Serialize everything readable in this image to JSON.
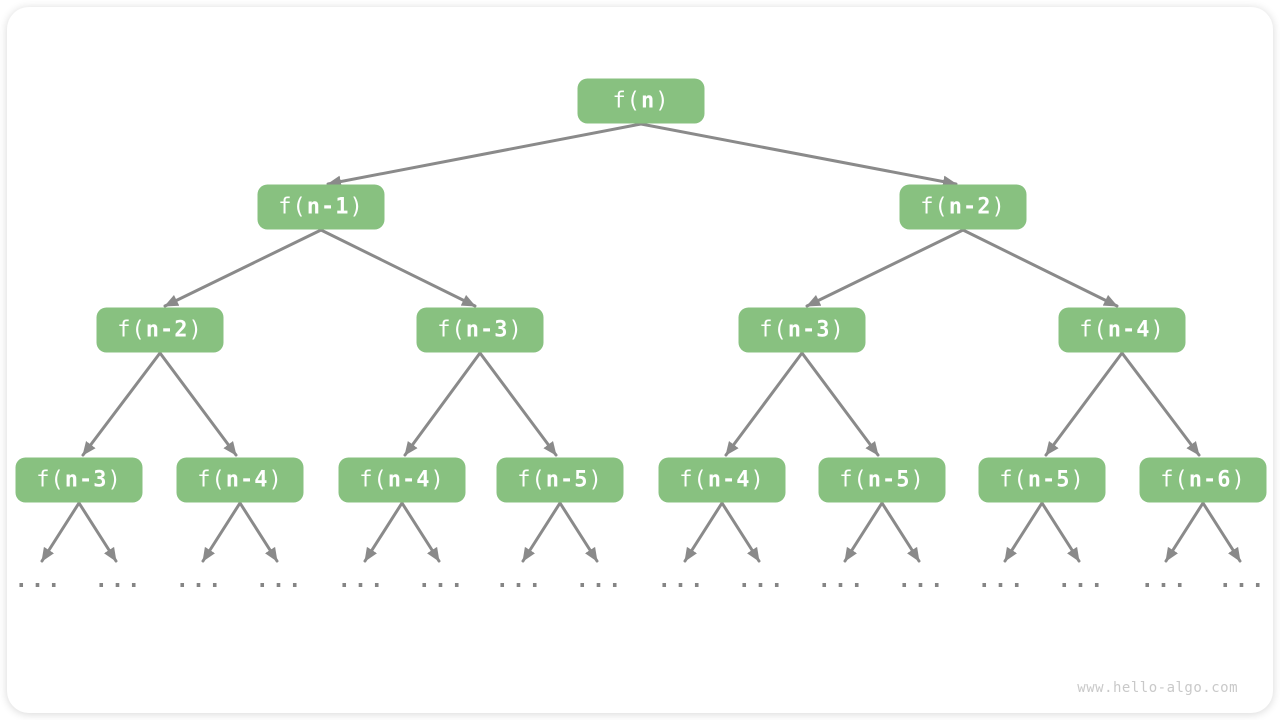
{
  "diagram": {
    "kind": "recursion-tree",
    "watermark": "www.hello-algo.com",
    "ellipsis": "...",
    "colors": {
      "node_fill": "#88C180",
      "node_text": "#FFFFFF",
      "edge_gray": "#8A8A8A",
      "ellipsis_gray": "#858585",
      "watermark_gray": "#C9C9C9",
      "card_background": "#FFFFFF"
    },
    "nodes": [
      {
        "label": "f(n)",
        "prefix": "f(",
        "arg": "n",
        "suffix": ")",
        "level": 1
      },
      {
        "label": "f(n-1)",
        "prefix": "f(",
        "arg": "n-1",
        "suffix": ")",
        "level": 2
      },
      {
        "label": "f(n-2)",
        "prefix": "f(",
        "arg": "n-2",
        "suffix": ")",
        "level": 2
      },
      {
        "label": "f(n-2)",
        "prefix": "f(",
        "arg": "n-2",
        "suffix": ")",
        "level": 3
      },
      {
        "label": "f(n-3)",
        "prefix": "f(",
        "arg": "n-3",
        "suffix": ")",
        "level": 3
      },
      {
        "label": "f(n-3)",
        "prefix": "f(",
        "arg": "n-3",
        "suffix": ")",
        "level": 3
      },
      {
        "label": "f(n-4)",
        "prefix": "f(",
        "arg": "n-4",
        "suffix": ")",
        "level": 3
      },
      {
        "label": "f(n-3)",
        "prefix": "f(",
        "arg": "n-3",
        "suffix": ")",
        "level": 4
      },
      {
        "label": "f(n-4)",
        "prefix": "f(",
        "arg": "n-4",
        "suffix": ")",
        "level": 4
      },
      {
        "label": "f(n-4)",
        "prefix": "f(",
        "arg": "n-4",
        "suffix": ")",
        "level": 4
      },
      {
        "label": "f(n-5)",
        "prefix": "f(",
        "arg": "n-5",
        "suffix": ")",
        "level": 4
      },
      {
        "label": "f(n-4)",
        "prefix": "f(",
        "arg": "n-4",
        "suffix": ")",
        "level": 4
      },
      {
        "label": "f(n-5)",
        "prefix": "f(",
        "arg": "n-5",
        "suffix": ")",
        "level": 4
      },
      {
        "label": "f(n-5)",
        "prefix": "f(",
        "arg": "n-5",
        "suffix": ")",
        "level": 4
      },
      {
        "label": "f(n-6)",
        "prefix": "f(",
        "arg": "n-6",
        "suffix": ")",
        "level": 4
      }
    ]
  }
}
